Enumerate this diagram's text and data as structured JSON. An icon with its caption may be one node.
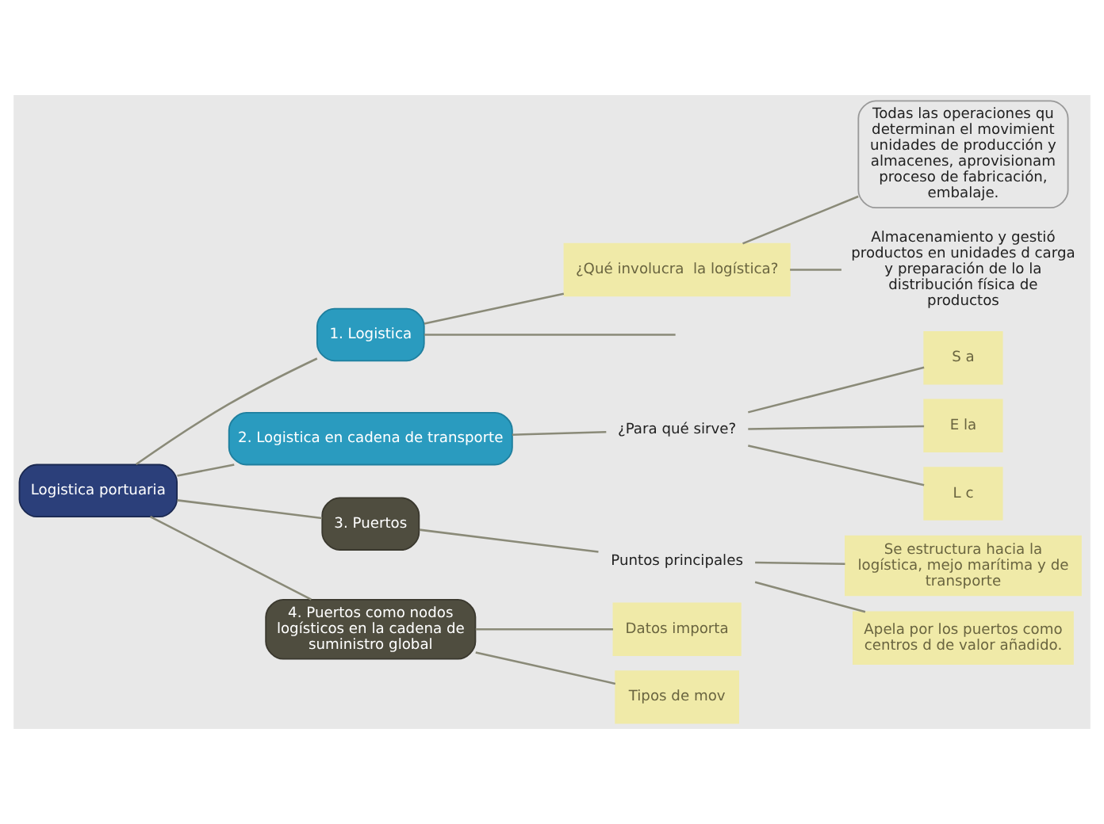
{
  "diagram": {
    "nodes": [
      {
        "text": [
          "Logistica portuaria"
        ]
      },
      {
        "text": [
          "1. Logistica"
        ]
      },
      {
        "text": [
          "¿Qué involucra  la logística?"
        ]
      },
      {
        "text": [
          "Todas las operaciones qu determinan el movimient unidades de producción y almacenes, aprovisionam proceso de fabricación, embalaje."
        ]
      },
      {
        "text": [
          "Almacenamiento y gestió productos en unidades d carga y preparación de lo la distribución física de productos"
        ]
      },
      {
        "text": [
          "2. Logistica en cadena de transporte"
        ]
      },
      {
        "text": [
          "¿Para qué sirve?"
        ]
      },
      {
        "text": [
          "S a"
        ]
      },
      {
        "text": [
          "E la"
        ]
      },
      {
        "text": [
          "L c"
        ]
      },
      {
        "text": [
          "3. Puertos"
        ]
      },
      {
        "text": [
          "Puntos principales"
        ]
      },
      {
        "text": [
          "Se estructura hacia la logística, mejo marítima y de transporte"
        ]
      },
      {
        "text": [
          "Apela por los puertos como centros d de valor añadido."
        ]
      },
      {
        "text": [
          "4. Puertos como nodos logísticos en la cadena de suministro global"
        ]
      },
      {
        "text": [
          "Datos importa"
        ]
      },
      {
        "text": [
          "Tipos de mov"
        ]
      }
    ],
    "edges": [
      {
        "from": 0,
        "to": 1,
        "arrow": "none"
      },
      {
        "from": 1,
        "to": null,
        "arrow": "none"
      },
      {
        "from": 1,
        "to": 2,
        "arrow": "none"
      },
      {
        "from": 2,
        "to": 3,
        "arrow": "none"
      },
      {
        "from": 2,
        "to": 4,
        "arrow": "none"
      },
      {
        "from": 0,
        "to": 5,
        "arrow": "none"
      },
      {
        "from": 5,
        "to": 6,
        "arrow": "none"
      },
      {
        "from": 6,
        "to": 7,
        "arrow": "none"
      },
      {
        "from": 6,
        "to": 8,
        "arrow": "none"
      },
      {
        "from": 6,
        "to": 9,
        "arrow": "none"
      },
      {
        "from": 0,
        "to": 10,
        "arrow": "none"
      },
      {
        "from": 10,
        "to": 11,
        "arrow": "none"
      },
      {
        "from": 11,
        "to": 12,
        "arrow": "none"
      },
      {
        "from": 11,
        "to": 13,
        "arrow": "none"
      },
      {
        "from": 0,
        "to": 14,
        "arrow": "none"
      },
      {
        "from": 14,
        "to": 15,
        "arrow": "none"
      },
      {
        "from": 14,
        "to": 16,
        "arrow": "none"
      }
    ]
  }
}
